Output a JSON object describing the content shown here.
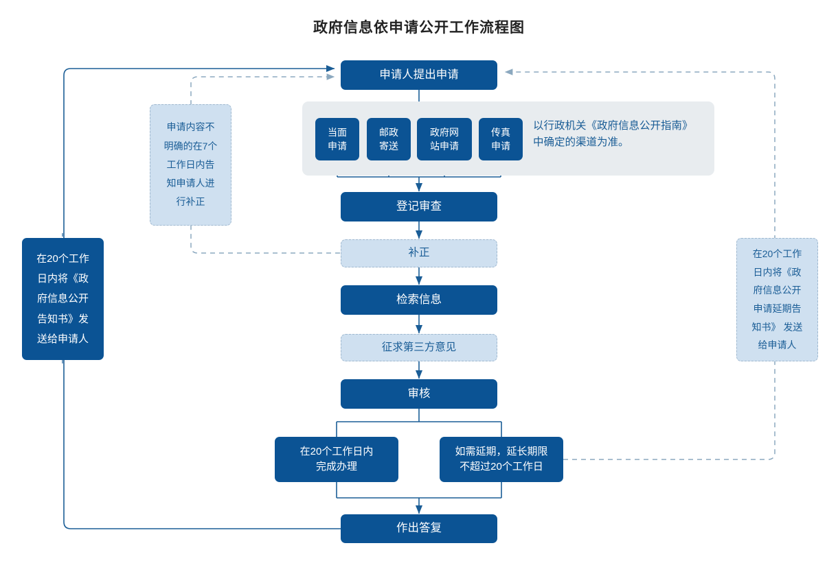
{
  "page": {
    "title": "政府信息依申请公开工作流程图",
    "colors": {
      "primary": "#0b5394",
      "ghost_fill": "#cfe0f0",
      "ghost_text": "#1a5d96",
      "panel": "#e8ecef",
      "wire_solid": "#1a5d96",
      "wire_dashed": "#8ba8bf",
      "title": "#222222"
    }
  },
  "nodes": {
    "start": {
      "label": "申请人提出申请"
    },
    "channels": [
      {
        "label": "当面\n申请"
      },
      {
        "label": "邮政\n寄送"
      },
      {
        "label": "政府网\n站申请"
      },
      {
        "label": "传真\n申请"
      }
    ],
    "channel_note": "以行政机关《政府信息公开指南》\n中确定的渠道为准。",
    "register": {
      "label": "登记审查"
    },
    "supplement": {
      "label": "补正"
    },
    "retrieve": {
      "label": "检索信息"
    },
    "third_party": {
      "label": "征求第三方意见"
    },
    "review": {
      "label": "审核"
    },
    "complete_20": {
      "label": "在20个工作日内\n完成办理"
    },
    "extend": {
      "label": "如需延期，延长期限\n不超过20个工作日"
    },
    "reply": {
      "label": "作出答复"
    }
  },
  "annotations": {
    "left_dashed": "申请内容不\n明确的在7个\n工作日内告\n知申请人进\n行补正",
    "left_solid": "在20个工作\n日内将《政\n府信息公开\n告知书》发\n送给申请人",
    "right_dashed": "在20个工作\n日内将《政\n府信息公开\n申请延期告\n知书》 发送\n给申请人"
  }
}
